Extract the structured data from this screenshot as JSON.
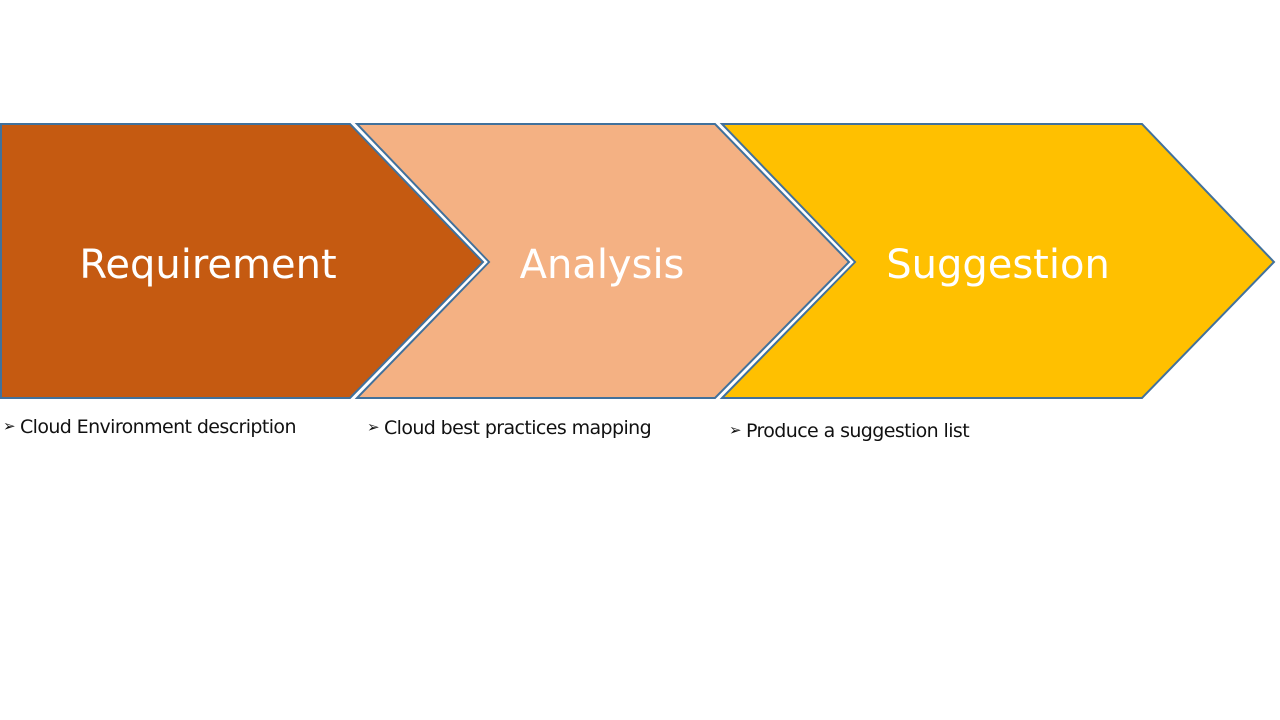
{
  "stages": [
    {
      "label": "Requirement",
      "color": "#C55A11",
      "bullet": "Cloud Environment description"
    },
    {
      "label": "Analysis",
      "color": "#F4B183",
      "bullet": "Cloud best practices mapping"
    },
    {
      "label": "Suggestion",
      "color": "#FFC000",
      "bullet": "Produce a suggestion list"
    }
  ],
  "bullet_marker": "➢",
  "outline_color": "#41719C"
}
